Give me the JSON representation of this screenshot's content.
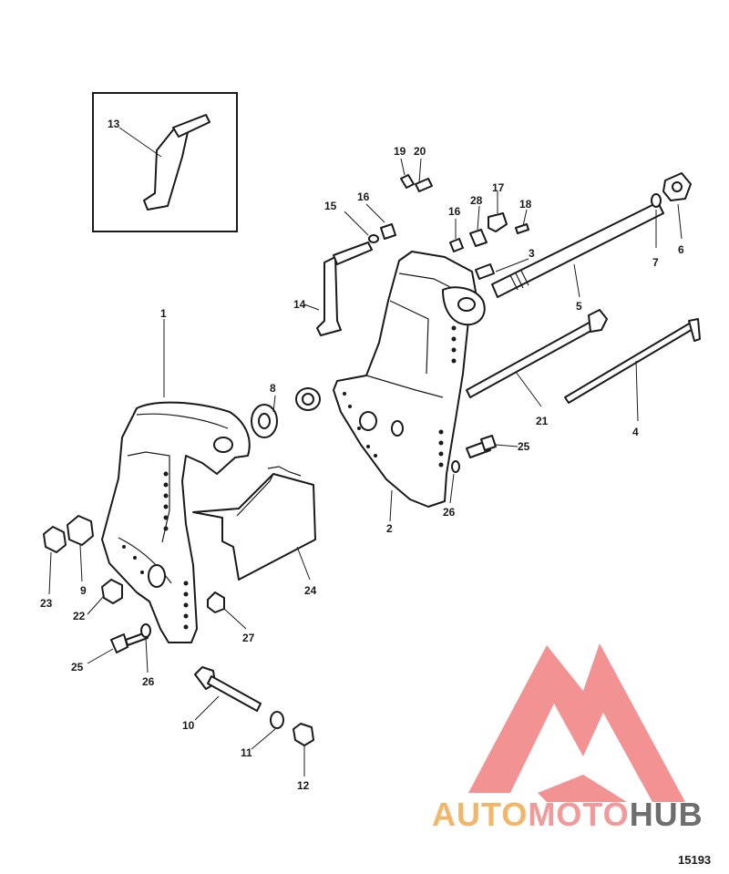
{
  "figure_number": "15193",
  "watermark": {
    "text_a": "AUTO",
    "text_b": "MOTO",
    "text_c": "HUB",
    "colors": {
      "a": "#f2b66a",
      "b": "#f29a9a",
      "c": "#6e6e6e",
      "logo": "#f07f7f"
    }
  },
  "callouts": [
    {
      "id": "c1",
      "label": "1"
    },
    {
      "id": "c2",
      "label": "2"
    },
    {
      "id": "c3",
      "label": "3"
    },
    {
      "id": "c4",
      "label": "4"
    },
    {
      "id": "c5",
      "label": "5"
    },
    {
      "id": "c6",
      "label": "6"
    },
    {
      "id": "c7",
      "label": "7"
    },
    {
      "id": "c8",
      "label": "8"
    },
    {
      "id": "c9",
      "label": "9"
    },
    {
      "id": "c10",
      "label": "10"
    },
    {
      "id": "c11",
      "label": "11"
    },
    {
      "id": "c12",
      "label": "12"
    },
    {
      "id": "c13",
      "label": "13"
    },
    {
      "id": "c14",
      "label": "14"
    },
    {
      "id": "c15",
      "label": "15"
    },
    {
      "id": "c16a",
      "label": "16"
    },
    {
      "id": "c16b",
      "label": "16"
    },
    {
      "id": "c17",
      "label": "17"
    },
    {
      "id": "c18",
      "label": "18"
    },
    {
      "id": "c19",
      "label": "19"
    },
    {
      "id": "c20",
      "label": "20"
    },
    {
      "id": "c21",
      "label": "21"
    },
    {
      "id": "c22",
      "label": "22"
    },
    {
      "id": "c23",
      "label": "23"
    },
    {
      "id": "c24",
      "label": "24"
    },
    {
      "id": "c25a",
      "label": "25"
    },
    {
      "id": "c25b",
      "label": "25"
    },
    {
      "id": "c26a",
      "label": "26"
    },
    {
      "id": "c26b",
      "label": "26"
    },
    {
      "id": "c27",
      "label": "27"
    },
    {
      "id": "c28",
      "label": "28"
    }
  ]
}
